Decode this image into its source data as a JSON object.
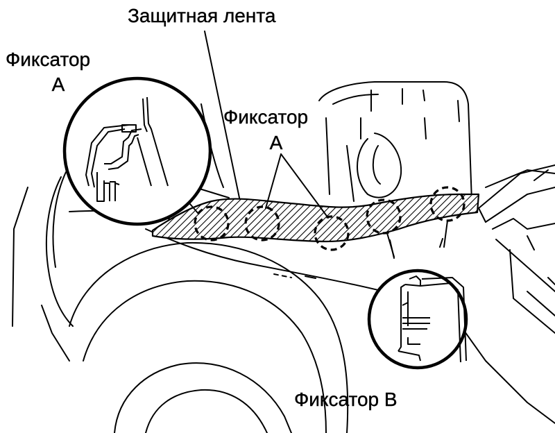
{
  "labels": {
    "protective_tape": "Защитная лента",
    "clip_a_left_line1": "Фиксатор",
    "clip_a_left_line2": "A",
    "clip_a_center_line1": "Фиксатор",
    "clip_a_center_line2": "A",
    "clip_b": "Фиксатор B"
  },
  "colors": {
    "ink": "#000000",
    "background": "#ffffff"
  }
}
